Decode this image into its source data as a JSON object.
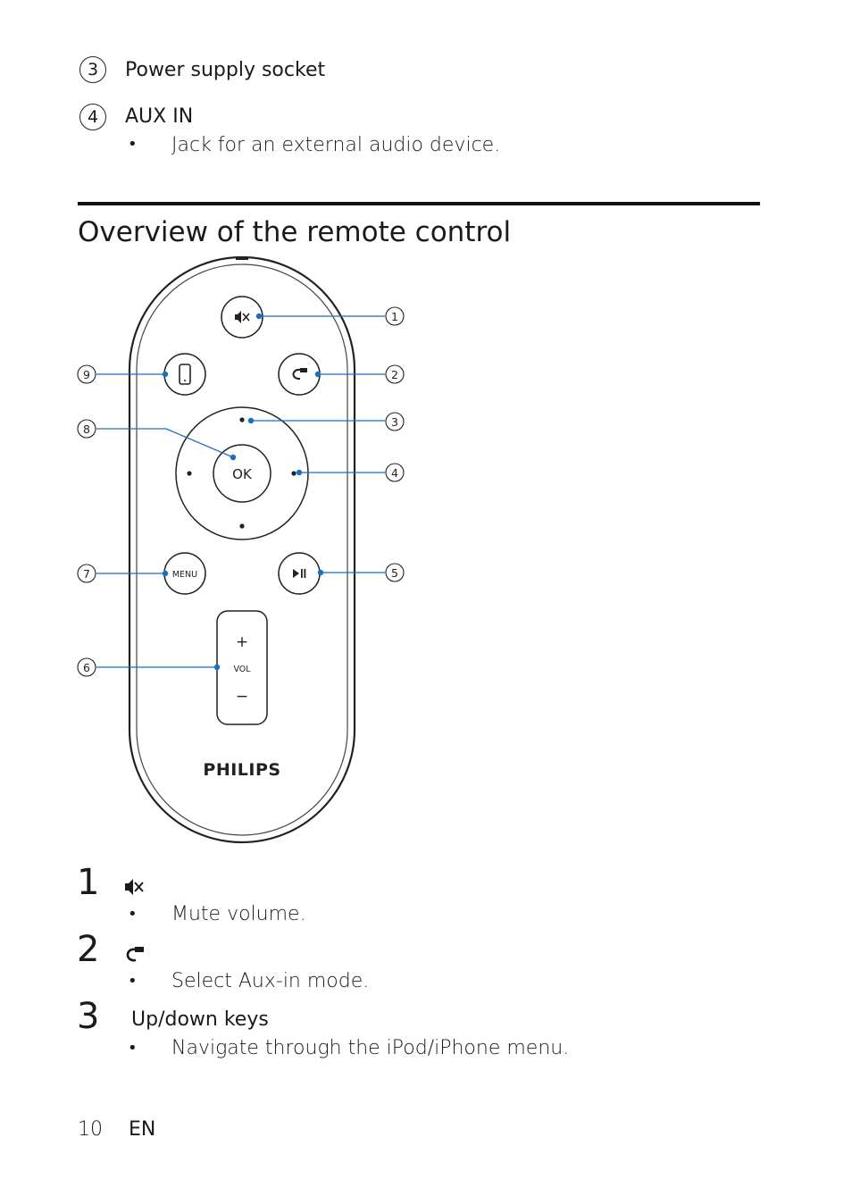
{
  "connectors": [
    {
      "number": "3",
      "label": "Power supply socket",
      "bullets": []
    },
    {
      "number": "4",
      "label": "AUX IN",
      "bullets": [
        "Jack for an external audio device."
      ]
    }
  ],
  "section_title": "Overview of the remote control",
  "remote": {
    "callouts": [
      "1",
      "2",
      "3",
      "4",
      "5",
      "6",
      "7",
      "8",
      "9"
    ],
    "ok_label": "OK",
    "menu_label": "MENU",
    "vol_label": "VOL",
    "vol_plus": "+",
    "vol_minus": "−",
    "brand": "PHILIPS",
    "icons": [
      "mute-icon",
      "aux-in-icon",
      "iphone-icon",
      "play-pause-icon"
    ]
  },
  "items": [
    {
      "number": "1",
      "icon": "mute-icon",
      "label": "",
      "bullets": [
        "Mute volume."
      ]
    },
    {
      "number": "2",
      "icon": "aux-in-icon",
      "label": "",
      "bullets": [
        "Select Aux-in mode."
      ]
    },
    {
      "number": "3",
      "icon": "",
      "label": "Up/down keys",
      "bullets": [
        "Navigate through the iPod/iPhone menu."
      ]
    }
  ],
  "footer": {
    "page_number": "10",
    "language": "EN"
  },
  "colors": {
    "callout_line": "#1a6fc0",
    "text": "#1a1a1a"
  }
}
